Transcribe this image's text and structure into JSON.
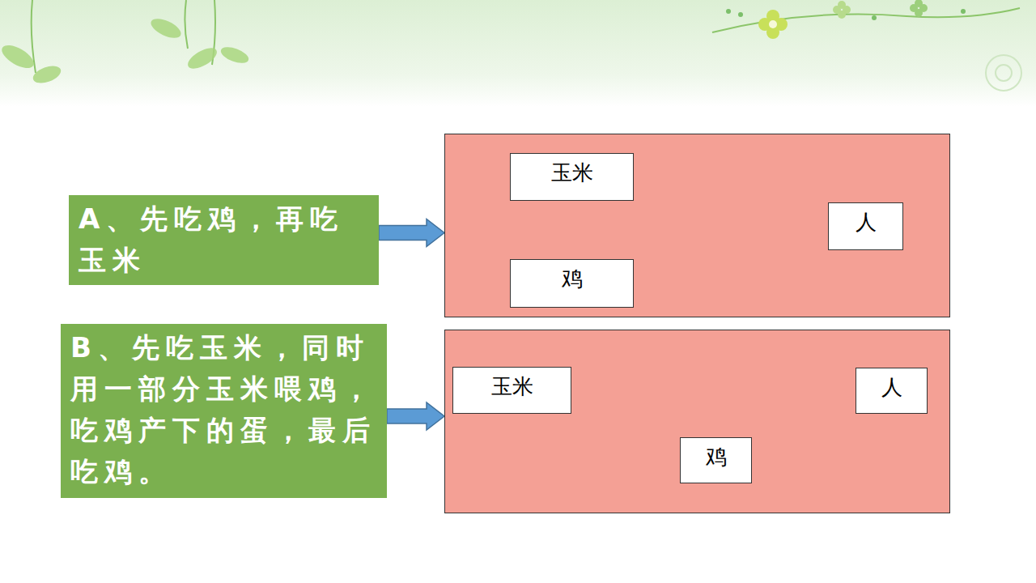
{
  "diagram": {
    "nodes": [
      {
        "text": [
          "A、先吃鸡，再吃玉米"
        ]
      },
      {
        "text": []
      },
      {
        "text": [
          "玉米"
        ],
        "in": 1
      },
      {
        "text": [
          "人"
        ],
        "in": 1
      },
      {
        "text": [
          "鸡"
        ],
        "in": 1
      },
      {
        "text": [
          "B、先吃玉米，同时用一部分玉米喂鸡，吃鸡产下的蛋，最后吃鸡。"
        ]
      },
      {
        "text": []
      },
      {
        "text": [
          "玉米"
        ],
        "in": 6
      },
      {
        "text": [
          "人"
        ],
        "in": 6
      },
      {
        "text": [
          "鸡"
        ],
        "in": 6
      }
    ],
    "edges": [
      {
        "from": 0,
        "to": 1,
        "arrow": "to"
      },
      {
        "from": 2,
        "to": 3,
        "arrow": "to"
      },
      {
        "from": 4,
        "to": 3,
        "arrow": "to"
      },
      {
        "from": 5,
        "to": 6,
        "arrow": "to"
      },
      {
        "from": 7,
        "to": 8,
        "arrow": "to"
      },
      {
        "from": 7,
        "to": 9,
        "arrow": "to"
      },
      {
        "from": 9,
        "to": 8,
        "arrow": "to"
      }
    ]
  }
}
